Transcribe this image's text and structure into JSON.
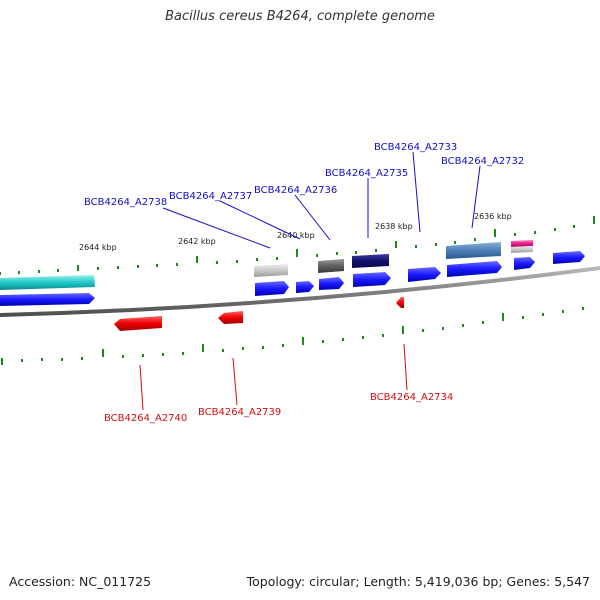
{
  "title": "Bacillus cereus B4264, complete genome",
  "footer": {
    "accession": "Accession: NC_011725",
    "summary": "Topology: circular; Length: 5,419,036 bp; Genes: 5,547"
  },
  "scale_labels": [
    "2644 kbp",
    "2642 kbp",
    "2640 kbp",
    "2638 kbp",
    "2636 kbp"
  ],
  "gene_labels_top": [
    "BCB4264_A2738",
    "BCB4264_A2737",
    "BCB4264_A2736",
    "BCB4264_A2735",
    "BCB4264_A2733",
    "BCB4264_A2732"
  ],
  "gene_labels_bottom": [
    "BCB4264_A2740",
    "BCB4264_A2739",
    "BCB4264_A2734"
  ],
  "colors": {
    "label_top": "#1010c8",
    "label_bottom": "#d01010",
    "backbone": "#808080",
    "forward_gene": "#1a1aff",
    "reverse_gene": "#ee0000",
    "tick": "#1a8a1a"
  }
}
